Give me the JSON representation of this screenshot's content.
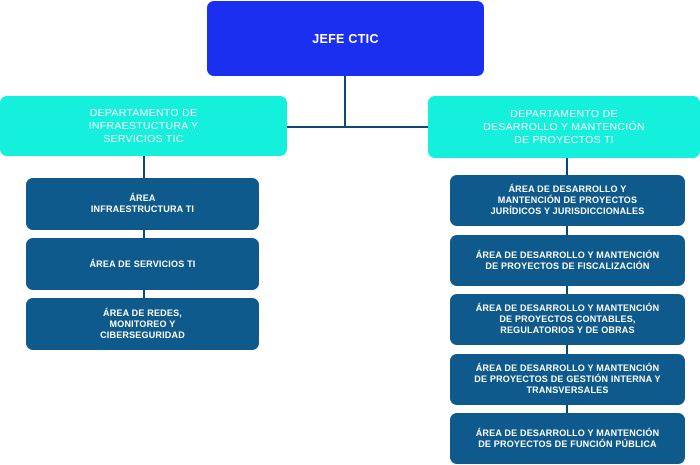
{
  "root": {
    "label": "JEFE CTIC"
  },
  "departments": [
    {
      "label": "DEPARTAMENTO DE\nINFRAESTUCTURA Y\nSERVICIOS TIC",
      "areas": [
        {
          "label": "ÁREA\nINFRAESTRUCTURA TI"
        },
        {
          "label": "ÁREA DE SERVICIOS TI"
        },
        {
          "label": "ÁREA DE REDES,\nMONITOREO Y\nCIBERSEGURIDAD"
        }
      ]
    },
    {
      "label": "DEPARTAMENTO DE\nDESARROLLO Y MANTENCIÓN\nDE PROYECTOS TI",
      "areas": [
        {
          "label": "ÁREA DE DESARROLLO Y\nMANTENCIÓN DE PROYECTOS\nJURÍDICOS Y JURISDICCIONALES"
        },
        {
          "label": "ÁREA DE DESARROLLO Y MANTENCIÓN\nDE PROYECTOS DE FISCALIZACIÓN"
        },
        {
          "label": "ÁREA DE DESARROLLO Y MANTENCIÓN\nDE PROYECTOS CONTABLES,\nREGULATORIOS Y DE OBRAS"
        },
        {
          "label": "ÁREA DE DESARROLLO Y MANTENCIÓN\nDE PROYECTOS DE GESTIÓN INTERNA Y\nTRANSVERSALES"
        },
        {
          "label": "ÁREA DE DESARROLLO Y MANTENCIÓN\nDE PROYECTOS DE FUNCIÓN PÚBLICA"
        }
      ]
    }
  ],
  "colors": {
    "root": "#1a2ff0",
    "department": "#14f0dc",
    "area": "#0f5a8c",
    "connector": "#0d4a73"
  }
}
